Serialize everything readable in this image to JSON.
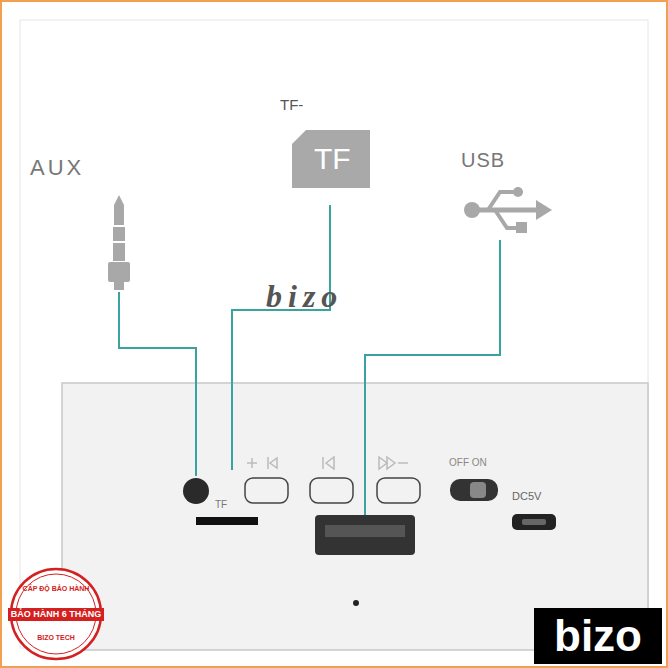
{
  "diagram": {
    "nodes": [
      {
        "text": [
          "TF"
        ]
      },
      {
        "text": [
          "TF",
          "OFF ON",
          "DC5V"
        ]
      },
      {
        "text": [
          "CẤP ĐỘ BẢO HÀNH",
          "BẢO HÀNH 6 THÁNG",
          "BIZO TECH"
        ]
      },
      {
        "text": [
          "bizo"
        ]
      }
    ],
    "labels": [
      "AUX",
      "TF-",
      "USB",
      "bizo"
    ]
  }
}
